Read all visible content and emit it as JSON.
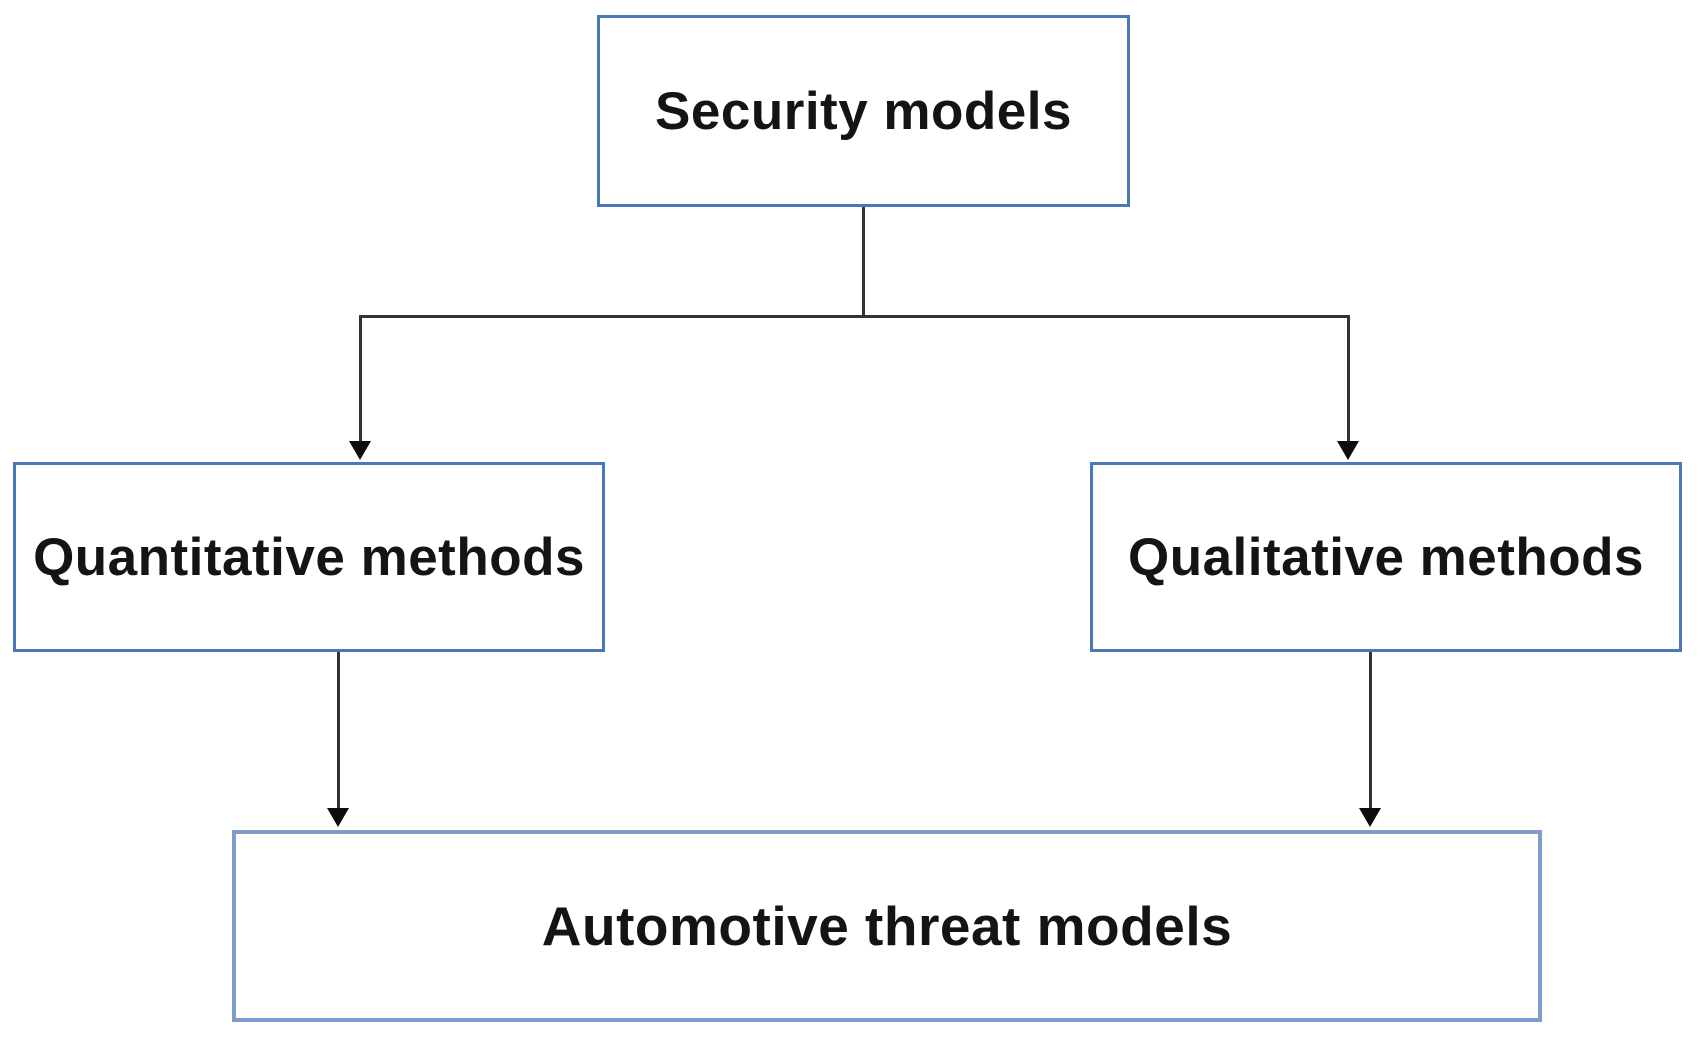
{
  "diagram": {
    "title": "Security models flowchart",
    "background_color": "#ffffff",
    "connector_color": "#333333",
    "arrowhead_color": "#0d0d0d",
    "text_color": "#141414",
    "nodes": [
      {
        "id": "security-models",
        "label": "Security models",
        "border_color": "#4a78b6"
      },
      {
        "id": "quantitative-methods",
        "label": "Quantitative methods",
        "border_color": "#4a78b6"
      },
      {
        "id": "qualitative-methods",
        "label": "Qualitative methods",
        "border_color": "#4a78b6"
      },
      {
        "id": "automotive-threat-models",
        "label": "Automotive threat models",
        "border_color": "#7f9dcb"
      }
    ],
    "edges": [
      {
        "from": "security-models",
        "to": "quantitative-methods"
      },
      {
        "from": "security-models",
        "to": "qualitative-methods"
      },
      {
        "from": "quantitative-methods",
        "to": "automotive-threat-models"
      },
      {
        "from": "qualitative-methods",
        "to": "automotive-threat-models"
      }
    ]
  }
}
